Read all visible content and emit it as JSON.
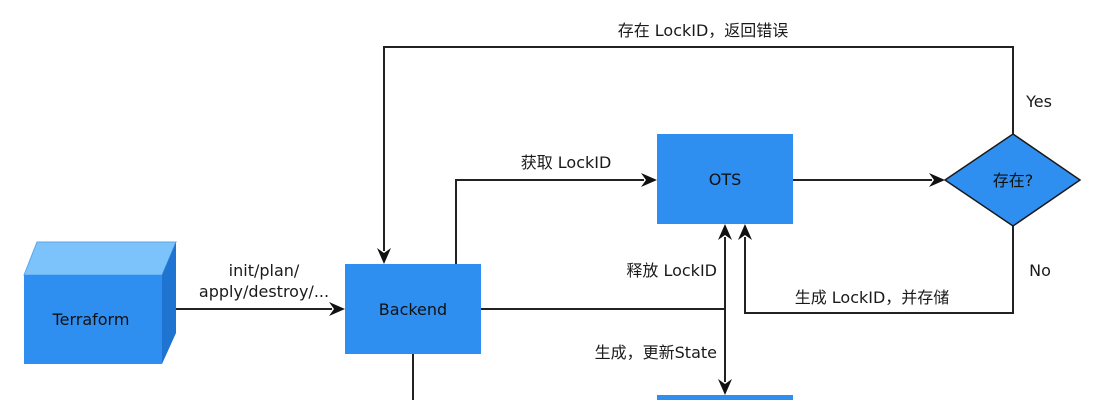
{
  "colors": {
    "node_fill": "#2f8ff0",
    "node_top": "#7cc2fb",
    "node_side": "#1f73d1",
    "line": "#222222",
    "text": "#111111"
  },
  "nodes": {
    "terraform": "Terraform",
    "backend": "Backend",
    "ots": "OTS",
    "decision": "存在?"
  },
  "edges": {
    "init_line1": "init/plan/",
    "init_line2": "apply/destroy/...",
    "get_lockid": "获取 LockID",
    "release_lockid": "释放 LockID",
    "generate_update_state": "生成，更新State",
    "exists_error": "存在 LockID，返回错误",
    "yes": "Yes",
    "no": "No",
    "generate_store": "生成 LockID，并存储"
  }
}
